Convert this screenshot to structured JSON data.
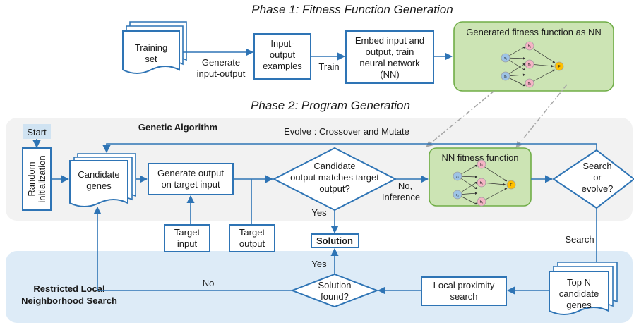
{
  "phase1": {
    "title": "Phase 1: Fitness Function Generation"
  },
  "phase2": {
    "title": "Phase 2: Program Generation"
  },
  "training_set": [
    "Training",
    "set"
  ],
  "generate_io_label": [
    "Generate",
    "input-output"
  ],
  "io_examples": [
    "Input-",
    "output",
    "examples"
  ],
  "train_label": "Train",
  "embed_box": [
    "Embed input and",
    "output, train",
    "neural network",
    "(NN)"
  ],
  "generated_nn_title": "Generated fitness function as NN",
  "ga": {
    "title": "Genetic Algorithm",
    "evolve_label": "Evolve : Crossover and Mutate",
    "start": "Start",
    "random_init": [
      "Random",
      "initialization"
    ],
    "candidate_genes": [
      "Candidate",
      "genes"
    ],
    "generate_output": [
      "Generate output",
      "on target input"
    ],
    "decision_match": [
      "Candidate",
      "output matches target",
      "output?"
    ],
    "no_inference": [
      "No,",
      "Inference"
    ],
    "yes": "Yes",
    "nn_fitness": "NN fitness function",
    "search_or_evolve": [
      "Search",
      "or",
      "evolve?"
    ],
    "target_input": [
      "Target",
      "input"
    ],
    "target_output": [
      "Target",
      "output"
    ],
    "solution": "Solution"
  },
  "local": {
    "title": [
      "Restricted Local",
      "Neighborhood Search"
    ],
    "search_label": "Search",
    "top_n": [
      "Top N",
      "candidate",
      "genes"
    ],
    "local_proximity": [
      "Local proximity",
      "search"
    ],
    "solution_found": [
      "Solution",
      "found?"
    ],
    "no": "No",
    "yes": "Yes"
  },
  "nn_nodes": {
    "inputs": [
      "x₁",
      "x₂"
    ],
    "hidden": [
      "h₁",
      "h₂",
      "h₃"
    ],
    "output": "F"
  },
  "colors": {
    "box_border": "#2e74b5",
    "phase2_band": "#f2f2f2",
    "local_band": "#ddebf7",
    "nn_fill": "#cce4b4",
    "nn_border": "#70ad47",
    "input_node": "#9dc3e6",
    "hidden_node": "#f4b4c4",
    "output_node": "#ffc000"
  }
}
